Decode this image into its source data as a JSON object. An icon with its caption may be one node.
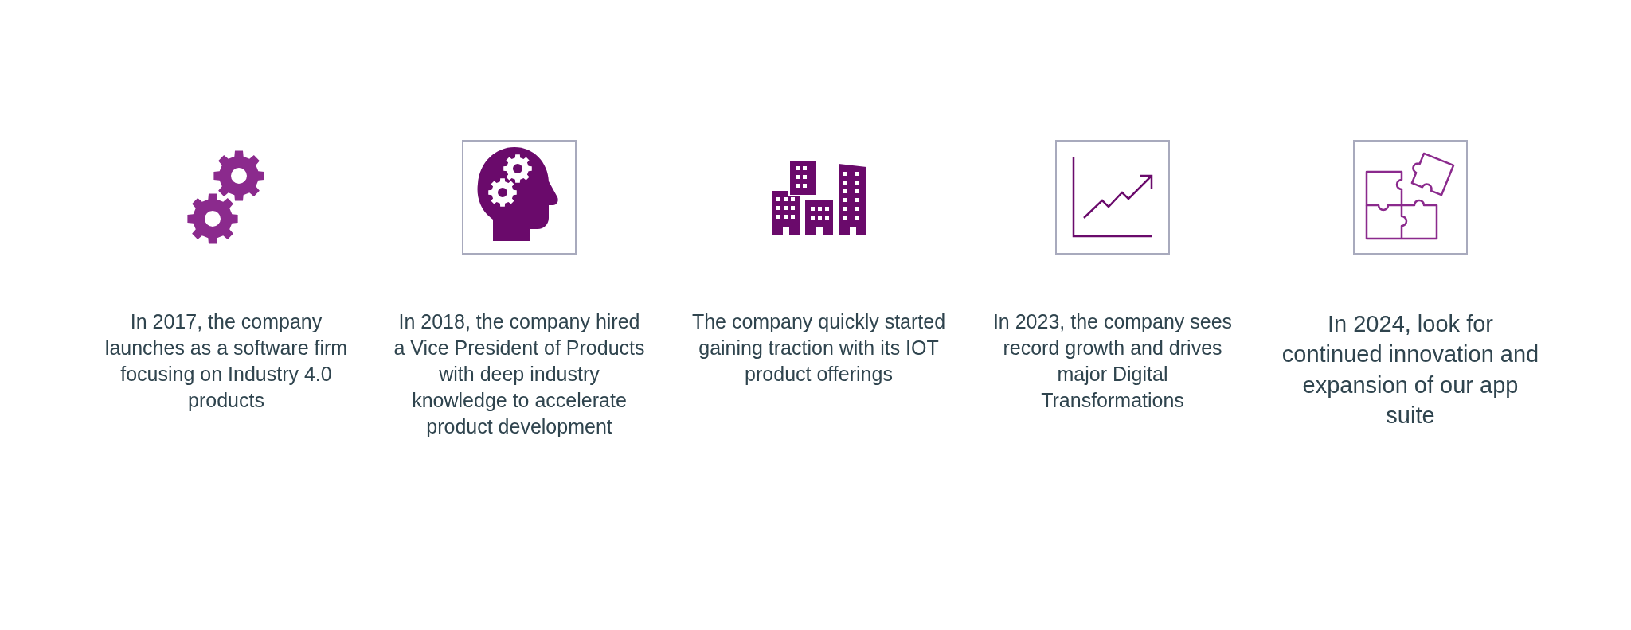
{
  "diagram": {
    "labels": [
      "In 2017, the company launches as a software firm focusing on Industry 4.0 products",
      "In 2018, the company hired a Vice President of Products with deep industry knowledge to accelerate product development",
      "The company quickly started gaining traction with its IOT product offerings",
      "In 2023, the company sees record growth and drives major Digital Transformations",
      "In 2024, look for continued innovation and expansion of our app suite"
    ]
  }
}
